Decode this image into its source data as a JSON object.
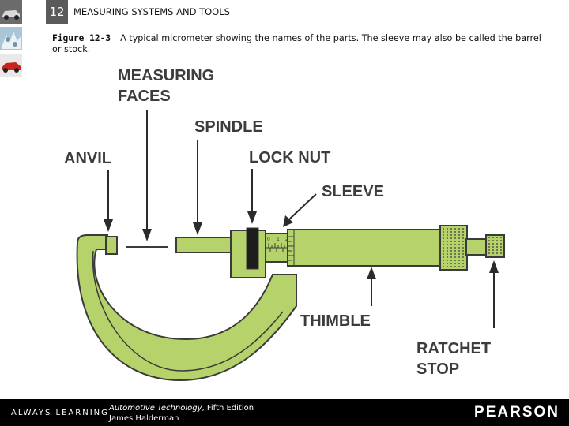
{
  "header": {
    "chapter_number": "12",
    "chapter_title": "MEASURING SYSTEMS AND TOOLS"
  },
  "caption": {
    "figure_label": "Figure 12-3",
    "text": "A typical micrometer showing the names of the parts. The sleeve may also be called the barrel or stock."
  },
  "diagram": {
    "labels": {
      "measuring_faces_line1": "MEASURING",
      "measuring_faces_line2": "FACES",
      "spindle": "SPINDLE",
      "anvil": "ANVIL",
      "lock_nut": "LOCK NUT",
      "sleeve": "SLEEVE",
      "thimble": "THIMBLE",
      "ratchet_stop_line1": "RATCHET",
      "ratchet_stop_line2": "STOP"
    },
    "scale_numbers": [
      "0",
      "1",
      "2"
    ],
    "colors": {
      "body": "#b6d26a",
      "outline": "#3b3b3b",
      "label_text": "#3c3c3c"
    }
  },
  "footer": {
    "tagline": "ALWAYS LEARNING",
    "book_title": "Automotive Technology",
    "edition": ", Fifth Edition",
    "author": "James Halderman",
    "publisher": "PEARSON"
  }
}
